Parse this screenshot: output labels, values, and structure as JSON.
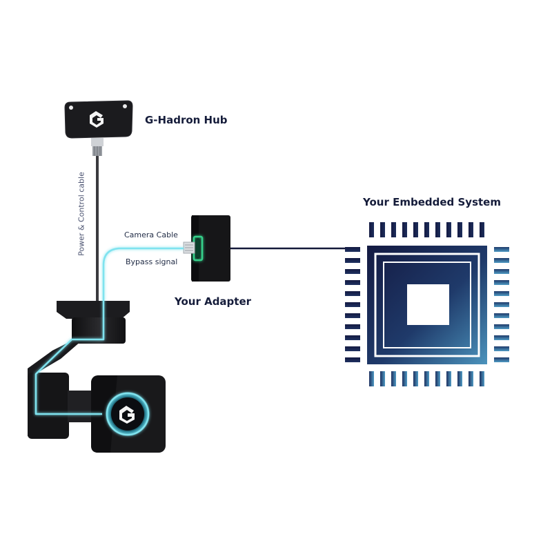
{
  "labels": {
    "hub": "G-Hadron Hub",
    "adapter": "Your Adapter",
    "embedded_system": "Your Embedded System",
    "camera_cable": "Camera Cable",
    "bypass_signal": "Bypass signal",
    "power_control_cable": "Power & Control cable"
  },
  "icons": {
    "hub_logo": "g-logo-icon",
    "camera_logo": "g-logo-icon",
    "chip": "chip-icon"
  },
  "colors": {
    "dark_navy": "#13193a",
    "chip_gradient_start": "#1a2350",
    "chip_gradient_end": "#4a8fb8",
    "cable_glow": "#7fe3ef",
    "adapter_port_glow": "#35d18b",
    "device_black": "#1c1c1e"
  }
}
